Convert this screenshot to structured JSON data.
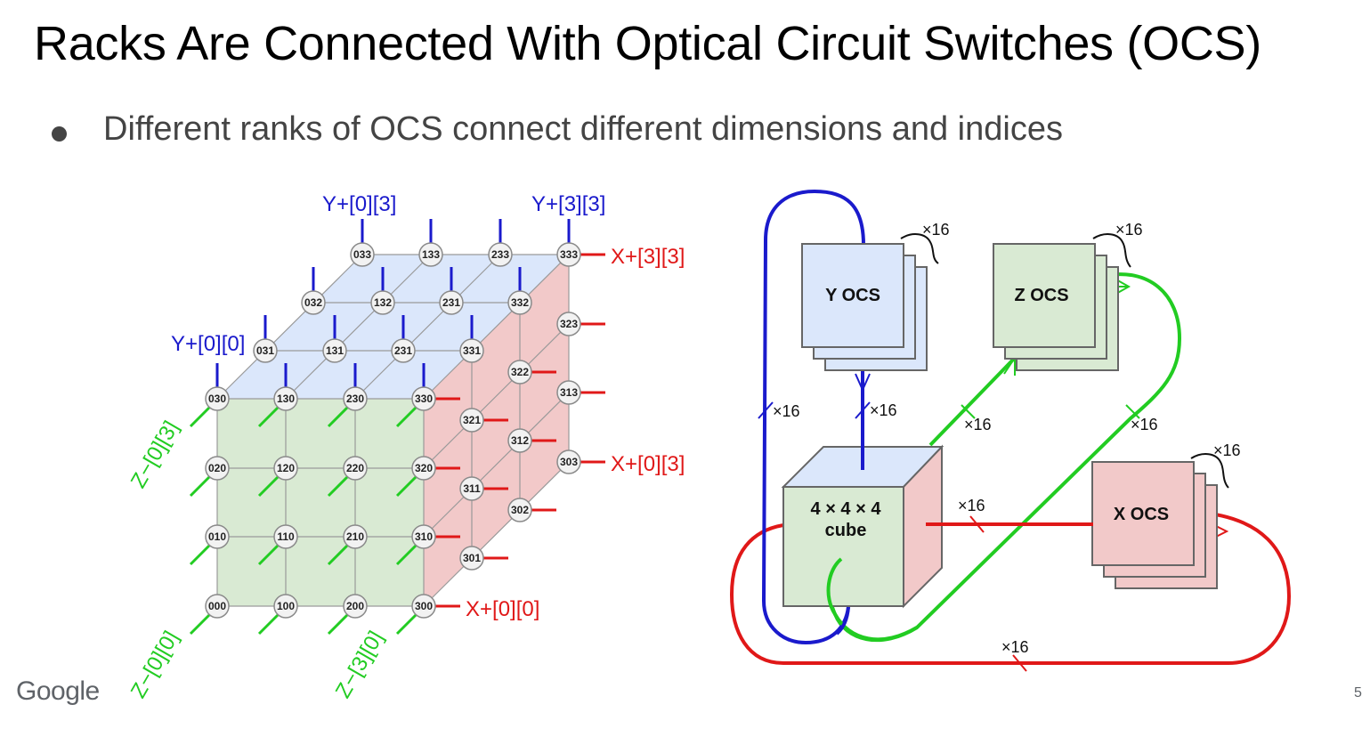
{
  "slide": {
    "title": "Racks Are Connected With Optical Circuit Switches (OCS)",
    "bullet": "Different ranks of OCS connect different dimensions and indices",
    "footer_logo": "Google",
    "page_number": "5"
  },
  "left_diagram": {
    "nodes": [
      "000",
      "100",
      "200",
      "300",
      "010",
      "110",
      "210",
      "310",
      "020",
      "120",
      "220",
      "320",
      "030",
      "130",
      "230",
      "330",
      "031",
      "131",
      "231",
      "331",
      "032",
      "132",
      "231",
      "332",
      "033",
      "133",
      "233",
      "333",
      "301",
      "302",
      "303",
      "311",
      "312",
      "313",
      "321",
      "322",
      "323"
    ],
    "labels": {
      "y_00": "Y+[0][0]",
      "y_03": "Y+[0][3]",
      "y_33": "Y+[3][3]",
      "x_33": "X+[3][3]",
      "x_03": "X+[0][3]",
      "x_00": "X+[0][0]",
      "z_03": "Z−[0][3]",
      "z_00": "Z−[0][0]",
      "z_30": "Z−[3][0]"
    }
  },
  "right_diagram": {
    "y_ocs": "Y OCS",
    "z_ocs": "Z OCS",
    "x_ocs": "X OCS",
    "cube_line1": "4 × 4 × 4",
    "cube_line2": "cube",
    "multiplier": "×16"
  },
  "colors": {
    "y_link": "#1a1acc",
    "x_link": "#e01818",
    "z_link": "#22cc22",
    "top_face": "#dbe7fb",
    "front_face": "#d9ead3",
    "side_face": "#f2c9c9"
  }
}
